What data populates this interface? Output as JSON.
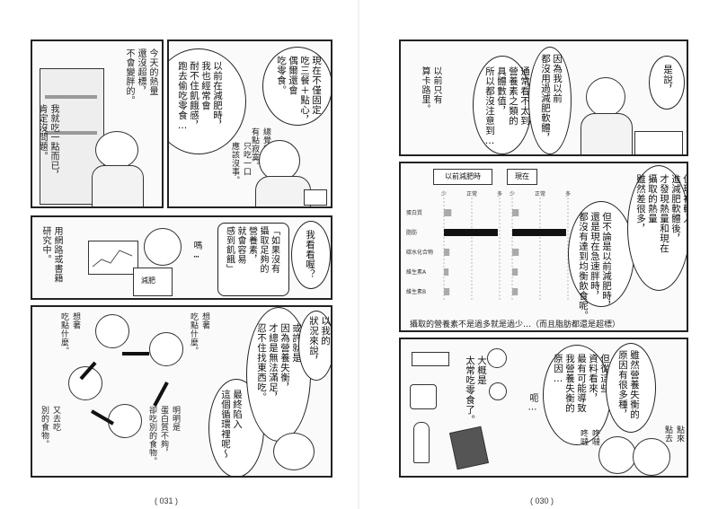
{
  "left_page": {
    "page_number": "( 031 )",
    "panel1": {
      "narration_top": "今天的熱量\n還沒超標，\n不會變胖的。",
      "narration_bottom": "我就吃一點而已，\n肯定沒問題。",
      "bubble_main": "以前在減肥時，\n我也經常會\n耐不住飢餓感，\n跑去偷吃零食…",
      "bubble_right": "現在不僅固定\n吃三餐＋點心，\n偶爾還會\n吃零食。",
      "side_text": "總覺得嘴巴\n有點寂寞。",
      "side_text2": "只吃一口\n應該沒事。"
    },
    "panel2": {
      "caption": "用網路或書籍\n研究中。",
      "book_label": "減肥",
      "bubble_main": "「如果沒有\n攝取足夠的\n營養素，\n就會容易\n感到飢餓」",
      "bubble_question": "我看看喔？",
      "bubble_small": "嗎…"
    },
    "panel3": {
      "think_top_left": "想著\n吃點什麼。",
      "think_top_right": "想著\n吃點什麼。",
      "note_bottom_right": "明明是\n蛋白質不夠，\n卻吃別的食物。",
      "note_bottom_left": "又去吃\n別的食物。",
      "bubble_right": "以我的\n狀況來說，",
      "bubble_main": "或許就是\n因為營養失衡，\n才總是無法滿足，\n忍不住找東西吃。",
      "bubble_final": "最終陷入\n這個循環裡呢～"
    }
  },
  "right_page": {
    "page_number": "( 030 )",
    "panel1": {
      "bubble_right": "是說，",
      "bubble_main": "因為我以前\n都沒用過減肥軟體，",
      "bubble_mid": "通常看不太到\n營養素之類的\n具體數值，\n所以都沒注意到…",
      "narration": "以前只有\n算卡路里。"
    },
    "panel2": {
      "bubble_right": "但現在輸入\n進減肥軟體後，\n才發現熱量和現在\n攝取的熱量\n雖然差很多，",
      "bubble_lower": "但不論是以前減肥時，\n還是現在急速胖時，\n都沒有達到均衡飲食呢。",
      "caption": "攝取的營養素不是過多就是過少…（而且脂肪都還是超標）",
      "chart_title_before": "以前減肥時",
      "chart_title_now": "現在",
      "axis_ticks": [
        "少",
        "正常",
        "多"
      ]
    },
    "panel3": {
      "bubble_right": "雖然營養失衡的\n原因有很多種，",
      "bubble_main": "但從這些\n資料看來，\n最有可能導致\n我營養失衡的\n原因…",
      "bubble_small": "呃…",
      "sfx_right": "點來\n點去",
      "sfx_left": "咚噠\n咚噠",
      "guess": "大概是\n太常吃零食了。"
    }
  },
  "chart_data": {
    "type": "bar",
    "categories": [
      "蛋白質",
      "脂肪",
      "碳水化合物",
      "維生素A",
      "維生素B"
    ],
    "series": [
      {
        "name": "以前減肥時",
        "values": [
          0.4,
          2.9,
          0.3,
          0.25,
          0.3
        ]
      },
      {
        "name": "現在",
        "values": [
          0.35,
          2.9,
          0.35,
          0.3,
          0.3
        ]
      }
    ],
    "axis_ticks": [
      "少",
      "正常",
      "多"
    ],
    "xlim": [
      0,
      3
    ]
  }
}
